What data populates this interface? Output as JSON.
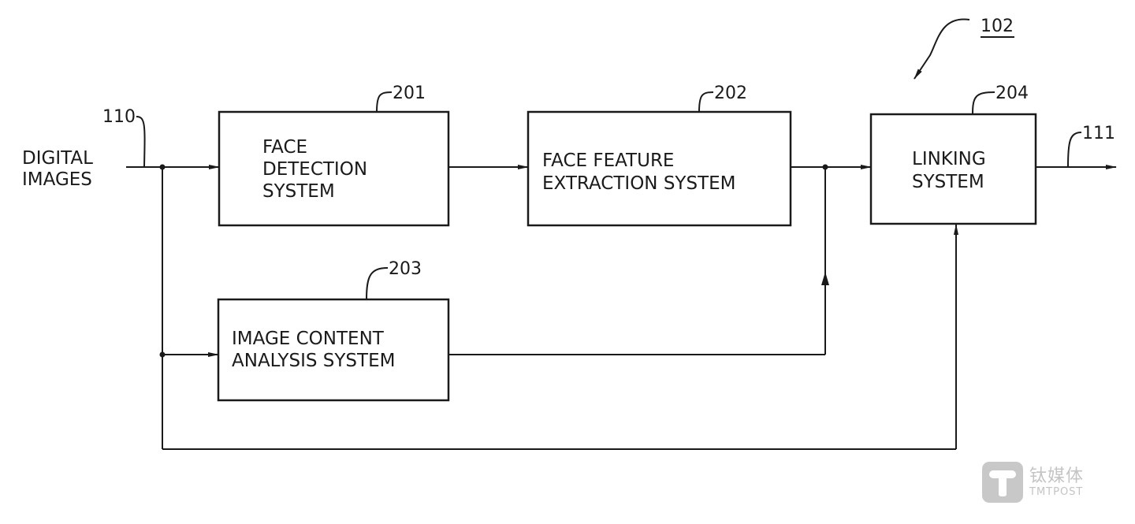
{
  "figure_ref": "102",
  "input": {
    "lines": [
      "DIGITAL",
      "IMAGES"
    ],
    "ref": "110"
  },
  "output": {
    "ref": "111"
  },
  "blocks": [
    {
      "ref": "201",
      "lines": [
        "FACE",
        "DETECTION",
        "SYSTEM"
      ]
    },
    {
      "ref": "202",
      "lines": [
        "FACE FEATURE",
        "EXTRACTION SYSTEM"
      ]
    },
    {
      "ref": "203",
      "lines": [
        "IMAGE CONTENT",
        "ANALYSIS SYSTEM"
      ]
    },
    {
      "ref": "204",
      "lines": [
        "LINKING",
        "SYSTEM"
      ]
    }
  ],
  "watermark": {
    "cn": "钛媒体",
    "en": "TMTPOST"
  }
}
